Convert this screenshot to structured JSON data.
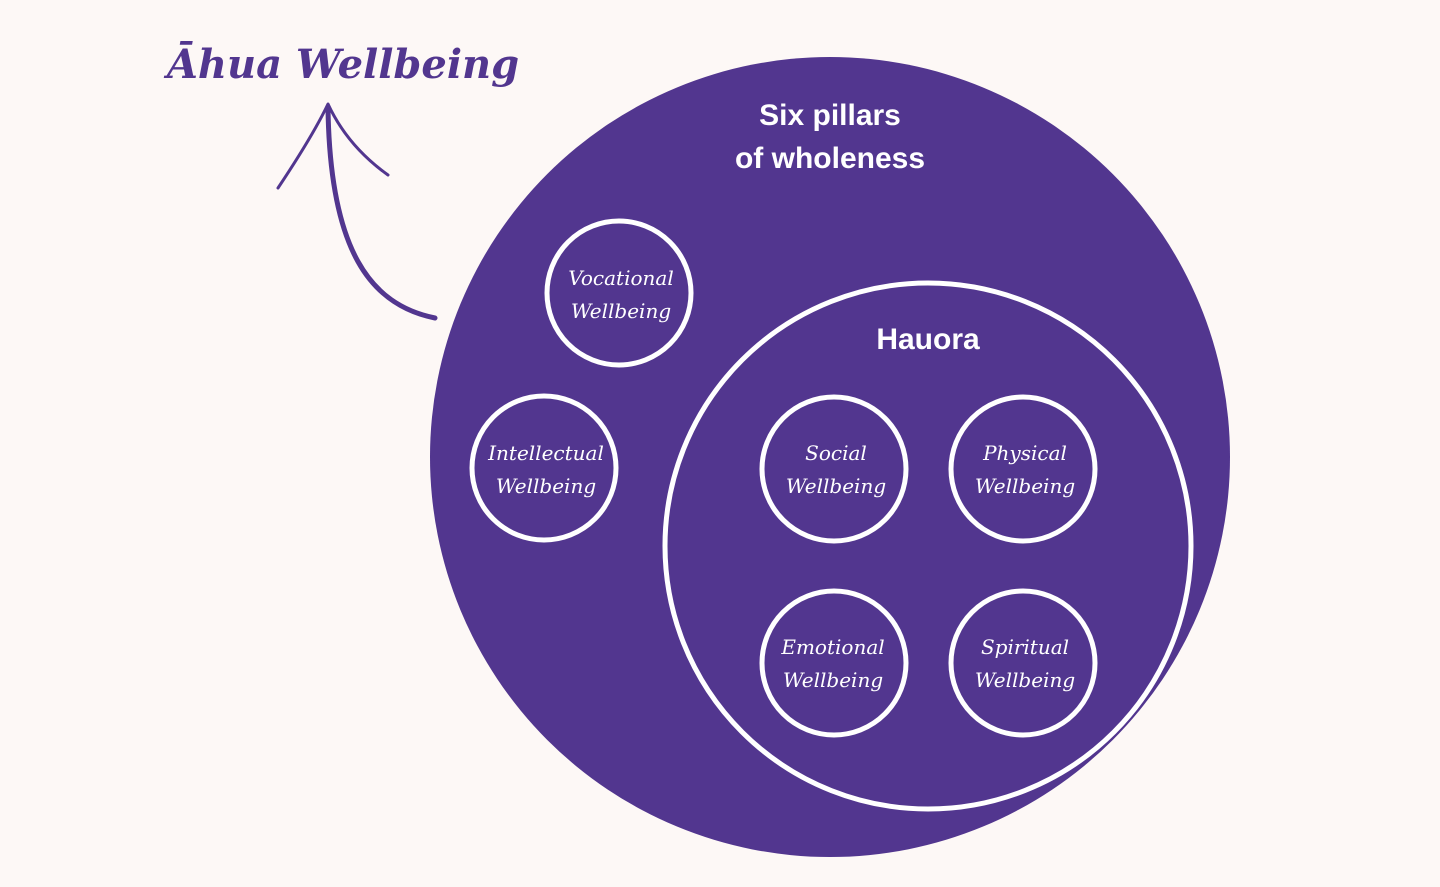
{
  "brand": {
    "title": "Āhua Wellbeing"
  },
  "diagram": {
    "outer_title_line1": "Six pillars",
    "outer_title_line2": "of wholeness",
    "inner_title": "Hauora",
    "pillars": [
      {
        "line1": "Vocational",
        "line2": "Wellbeing"
      },
      {
        "line1": "Intellectual",
        "line2": "Wellbeing"
      },
      {
        "line1": "Social",
        "line2": "Wellbeing"
      },
      {
        "line1": "Physical",
        "line2": "Wellbeing"
      },
      {
        "line1": "Emotional",
        "line2": "Wellbeing"
      },
      {
        "line1": "Spiritual",
        "line2": "Wellbeing"
      }
    ]
  },
  "colors": {
    "background": "#fdf8f6",
    "purple": "#52368f",
    "white": "#ffffff"
  }
}
